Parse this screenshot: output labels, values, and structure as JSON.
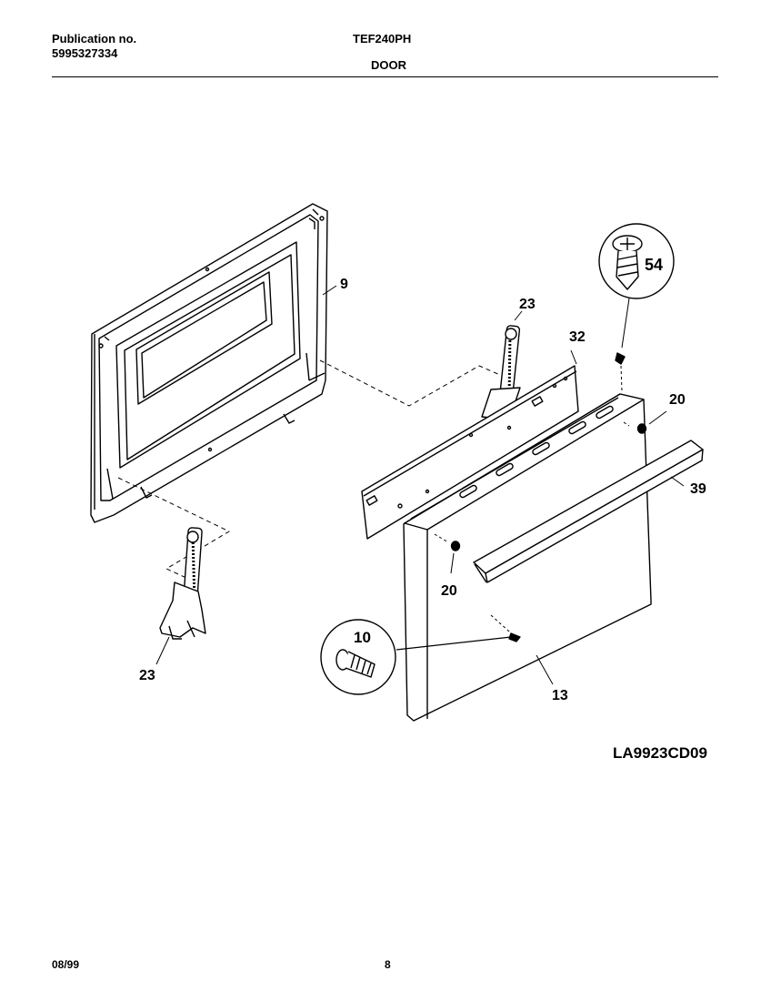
{
  "header": {
    "publication_label": "Publication no.",
    "publication_number": "5995327334",
    "model": "TEF240PH",
    "section": "DOOR"
  },
  "callouts": {
    "inner_panel": "9",
    "hinge_right": "23",
    "hinge_left": "23",
    "bracket": "32",
    "screw_top": "54",
    "grommet_right": "20",
    "grommet_left": "20",
    "handle": "39",
    "screw_bottom": "10",
    "outer_door": "13"
  },
  "diagram_code": "LA9923CD09",
  "footer": {
    "date": "08/99",
    "page": "8"
  }
}
